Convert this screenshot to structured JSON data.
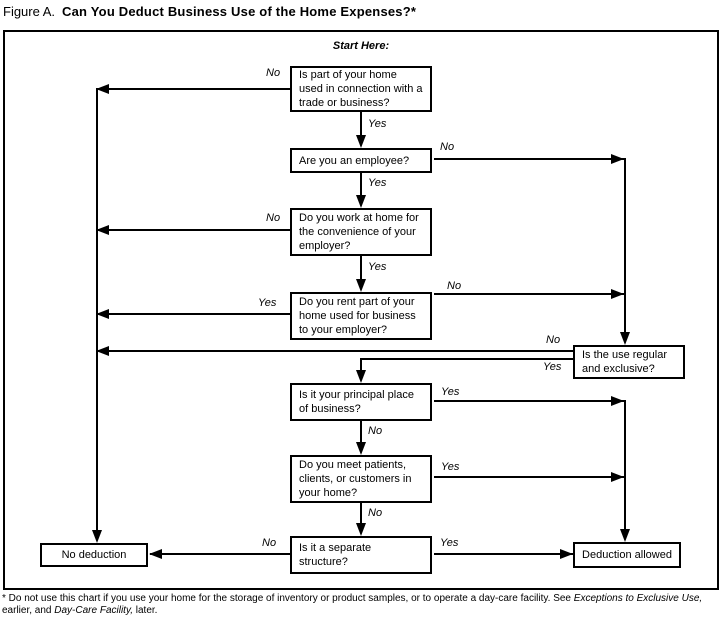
{
  "title": {
    "figure_label": "Figure A.",
    "text": "Can You Deduct Business Use of the Home Expenses?*"
  },
  "flowchart": {
    "start_label": "Start Here:",
    "nodes": {
      "q1": {
        "text": "Is part of your home used in connection with a trade or business?"
      },
      "q2": {
        "text": "Are you an employee?"
      },
      "q3": {
        "text": "Do you work at home for the convenience of your employer?"
      },
      "q4": {
        "text": "Do you rent part of your home used for business to your employer?"
      },
      "q5": {
        "text": "Is the use regular and exclusive?"
      },
      "q6": {
        "text": "Is it your principal place of business?"
      },
      "q7": {
        "text": "Do you meet patients, clients, or customers in your home?"
      },
      "q8": {
        "text": "Is it a separate structure?"
      },
      "no_deduction": {
        "text": "No deduction"
      },
      "deduction_allowed": {
        "text": "Deduction allowed"
      }
    },
    "edge_labels": {
      "q1_no": "No",
      "q1_yes": "Yes",
      "q2_no": "No",
      "q2_yes": "Yes",
      "q3_no": "No",
      "q3_yes": "Yes",
      "q4_no": "No",
      "q4_yes": "Yes",
      "q5_no": "No",
      "q5_yes": "Yes",
      "q6_no": "No",
      "q6_yes": "Yes",
      "q7_no": "No",
      "q7_yes": "Yes",
      "q8_no": "No",
      "q8_yes": "Yes"
    }
  },
  "footnote": {
    "part1": "* Do not use this chart if you use your home for the storage of inventory or product samples, or to operate a day-care facility. See ",
    "italic1": "Exceptions to Exclusive Use,",
    "part2": " earlier, and ",
    "italic2": "Day-Care Facility,",
    "part3": " later."
  },
  "colors": {
    "line": "#000000",
    "background": "#ffffff"
  }
}
